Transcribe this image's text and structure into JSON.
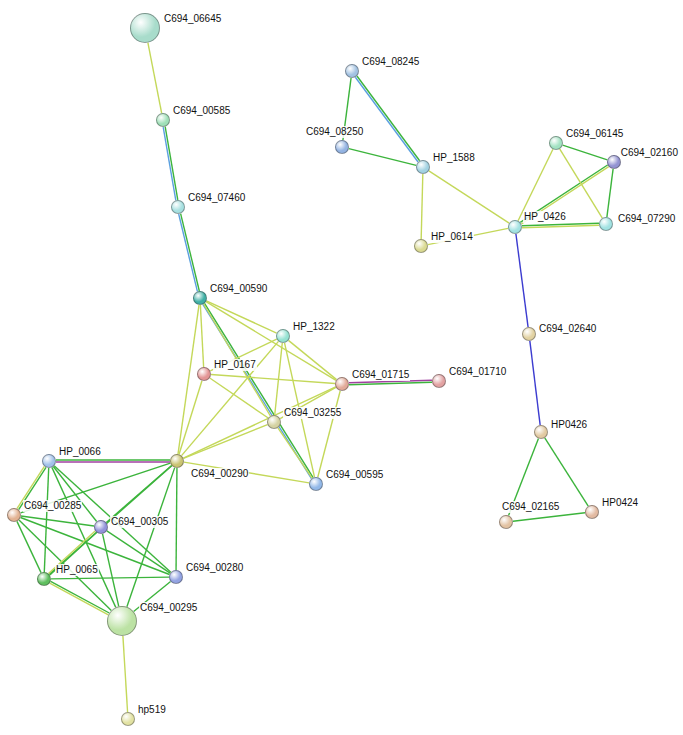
{
  "diagram": {
    "nodes": [
      {
        "text": [
          "C694_06645"
        ]
      },
      {
        "text": [
          "C694_00585"
        ]
      },
      {
        "text": [
          "C694_07460"
        ]
      },
      {
        "text": [
          "C694_00590"
        ]
      },
      {
        "text": [
          "HP_1322"
        ]
      },
      {
        "text": [
          "HP_0167"
        ]
      },
      {
        "text": [
          "C694_01715"
        ]
      },
      {
        "text": [
          "C694_01710"
        ]
      },
      {
        "text": [
          "C694_03255"
        ]
      },
      {
        "text": [
          "C694_00290"
        ]
      },
      {
        "text": [
          "C694_00595"
        ]
      },
      {
        "text": [
          "HP_0066"
        ]
      },
      {
        "text": [
          "C694_00285"
        ]
      },
      {
        "text": [
          "C694_00305"
        ]
      },
      {
        "text": [
          "HP_0065"
        ]
      },
      {
        "text": [
          "C694_00280"
        ]
      },
      {
        "text": [
          "C694_00295"
        ]
      },
      {
        "text": [
          "hp519"
        ]
      },
      {
        "text": [
          "C694_08245"
        ]
      },
      {
        "text": [
          "C694_08250"
        ]
      },
      {
        "text": [
          "HP_1588"
        ]
      },
      {
        "text": [
          "HP_0614"
        ]
      },
      {
        "text": [
          "C694_06145"
        ]
      },
      {
        "text": [
          "C694_02160"
        ]
      },
      {
        "text": [
          "HP_0426"
        ]
      },
      {
        "text": [
          "C694_07290"
        ]
      },
      {
        "text": [
          "C694_02640"
        ]
      },
      {
        "text": [
          "HP0426"
        ]
      },
      {
        "text": [
          "C694_02165"
        ]
      },
      {
        "text": [
          "HP0424"
        ]
      }
    ],
    "edges": [
      {
        "from": 0,
        "to": 1,
        "arrow": "none"
      },
      {
        "from": 1,
        "to": 2,
        "arrow": "none"
      },
      {
        "from": 2,
        "to": 3,
        "arrow": "none"
      },
      {
        "from": 3,
        "to": 10,
        "arrow": "none"
      },
      {
        "from": 3,
        "to": 4,
        "arrow": "none"
      },
      {
        "from": 3,
        "to": 5,
        "arrow": "none"
      },
      {
        "from": 3,
        "to": 8,
        "arrow": "none"
      },
      {
        "from": 3,
        "to": 9,
        "arrow": "none"
      },
      {
        "from": 3,
        "to": 6,
        "arrow": "none"
      },
      {
        "from": 4,
        "to": 5,
        "arrow": "none"
      },
      {
        "from": 4,
        "to": 8,
        "arrow": "none"
      },
      {
        "from": 4,
        "to": 6,
        "arrow": "none"
      },
      {
        "from": 4,
        "to": 10,
        "arrow": "none"
      },
      {
        "from": 4,
        "to": 9,
        "arrow": "none"
      },
      {
        "from": 5,
        "to": 8,
        "arrow": "none"
      },
      {
        "from": 5,
        "to": 9,
        "arrow": "none"
      },
      {
        "from": 5,
        "to": 6,
        "arrow": "none"
      },
      {
        "from": 6,
        "to": 8,
        "arrow": "none"
      },
      {
        "from": 6,
        "to": 9,
        "arrow": "none"
      },
      {
        "from": 6,
        "to": 10,
        "arrow": "none"
      },
      {
        "from": 6,
        "to": 7,
        "arrow": "none"
      },
      {
        "from": 8,
        "to": 9,
        "arrow": "none"
      },
      {
        "from": 8,
        "to": 10,
        "arrow": "none"
      },
      {
        "from": 9,
        "to": 10,
        "arrow": "none"
      },
      {
        "from": 9,
        "to": 11,
        "arrow": "none"
      },
      {
        "from": 9,
        "to": 12,
        "arrow": "none"
      },
      {
        "from": 9,
        "to": 13,
        "arrow": "none"
      },
      {
        "from": 9,
        "to": 14,
        "arrow": "none"
      },
      {
        "from": 9,
        "to": 15,
        "arrow": "none"
      },
      {
        "from": 9,
        "to": 16,
        "arrow": "none"
      },
      {
        "from": 11,
        "to": 12,
        "arrow": "none"
      },
      {
        "from": 11,
        "to": 13,
        "arrow": "none"
      },
      {
        "from": 11,
        "to": 14,
        "arrow": "none"
      },
      {
        "from": 11,
        "to": 15,
        "arrow": "none"
      },
      {
        "from": 11,
        "to": 16,
        "arrow": "none"
      },
      {
        "from": 12,
        "to": 13,
        "arrow": "none"
      },
      {
        "from": 12,
        "to": 14,
        "arrow": "none"
      },
      {
        "from": 12,
        "to": 15,
        "arrow": "none"
      },
      {
        "from": 12,
        "to": 16,
        "arrow": "none"
      },
      {
        "from": 13,
        "to": 14,
        "arrow": "none"
      },
      {
        "from": 13,
        "to": 15,
        "arrow": "none"
      },
      {
        "from": 13,
        "to": 16,
        "arrow": "none"
      },
      {
        "from": 14,
        "to": 15,
        "arrow": "none"
      },
      {
        "from": 14,
        "to": 16,
        "arrow": "none"
      },
      {
        "from": 15,
        "to": 16,
        "arrow": "none"
      },
      {
        "from": 16,
        "to": 17,
        "arrow": "none"
      },
      {
        "from": 18,
        "to": 19,
        "arrow": "none"
      },
      {
        "from": 18,
        "to": 20,
        "arrow": "none"
      },
      {
        "from": 19,
        "to": 20,
        "arrow": "none"
      },
      {
        "from": 20,
        "to": 21,
        "arrow": "none"
      },
      {
        "from": 20,
        "to": 24,
        "arrow": "none"
      },
      {
        "from": 21,
        "to": 24,
        "arrow": "none"
      },
      {
        "from": 24,
        "to": 22,
        "arrow": "none"
      },
      {
        "from": 24,
        "to": 23,
        "arrow": "none"
      },
      {
        "from": 24,
        "to": 25,
        "arrow": "none"
      },
      {
        "from": 22,
        "to": 23,
        "arrow": "none"
      },
      {
        "from": 22,
        "to": 25,
        "arrow": "none"
      },
      {
        "from": 23,
        "to": 25,
        "arrow": "none"
      },
      {
        "from": 24,
        "to": 26,
        "arrow": "none"
      },
      {
        "from": 26,
        "to": 27,
        "arrow": "none"
      },
      {
        "from": 27,
        "to": 28,
        "arrow": "none"
      },
      {
        "from": 27,
        "to": 29,
        "arrow": "none"
      },
      {
        "from": 28,
        "to": 29,
        "arrow": "none"
      }
    ]
  }
}
